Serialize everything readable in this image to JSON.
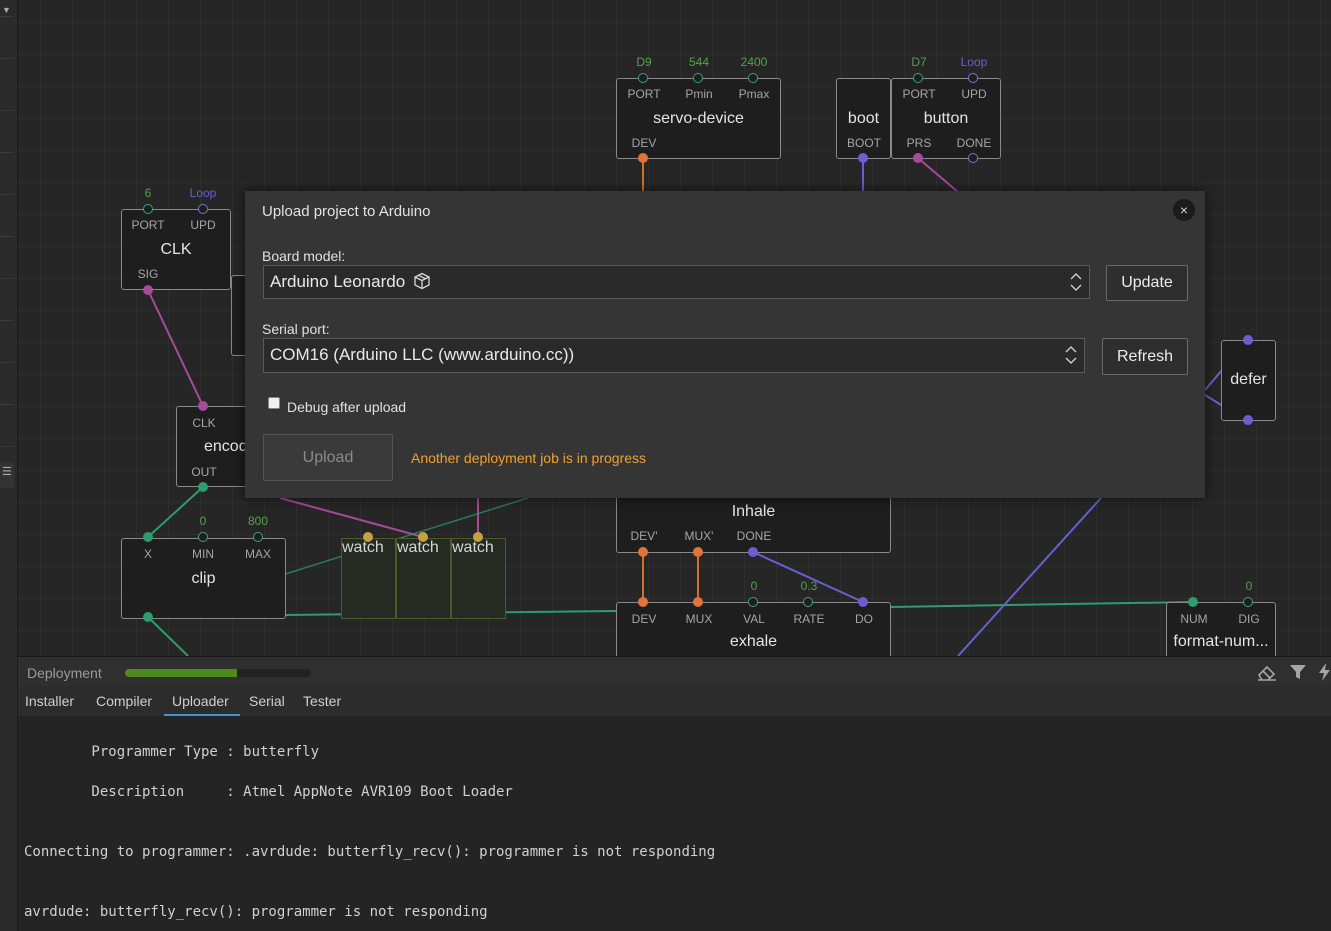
{
  "canvas": {
    "nodes": {
      "servo": {
        "title": "servo-device",
        "pins_top": [
          "PORT",
          "Pmin",
          "Pmax"
        ],
        "values": [
          "D9",
          "544",
          "2400"
        ],
        "pins_bottom": [
          "DEV"
        ]
      },
      "boot": {
        "title": "boot",
        "pins_bottom": [
          "BOOT"
        ]
      },
      "button": {
        "title": "button",
        "pins_top": [
          "PORT",
          "UPD"
        ],
        "values": [
          "D7",
          "Loop"
        ],
        "pins_bottom": [
          "PRS",
          "DONE"
        ]
      },
      "clk": {
        "title": "CLK",
        "pins_top": [
          "PORT",
          "UPD"
        ],
        "values": [
          "6",
          "Loop"
        ],
        "pins_bottom": [
          "SIG"
        ]
      },
      "encoder": {
        "title": "encod",
        "pins_top": [
          "CLK"
        ],
        "pins_bottom": [
          "OUT"
        ]
      },
      "clip": {
        "title": "clip",
        "pins_top": [
          "X",
          "MIN",
          "MAX"
        ],
        "values": [
          "",
          "0",
          "800"
        ]
      },
      "watch": {
        "title": "watch"
      },
      "inhale": {
        "title": "Inhale",
        "pins_bottom": [
          "DEV'",
          "MUX'",
          "DONE"
        ]
      },
      "exhale": {
        "title": "exhale",
        "pins_top": [
          "DEV",
          "MUX",
          "VAL",
          "RATE",
          "DO"
        ],
        "values": [
          "",
          "",
          "0",
          "0.3",
          ""
        ]
      },
      "defer": {
        "title": "defer"
      },
      "format": {
        "title": "format-num...",
        "pins_top": [
          "NUM",
          "DIG"
        ],
        "values": [
          "",
          "0"
        ]
      }
    }
  },
  "dialog": {
    "title": "Upload project to Arduino",
    "close_label": "×",
    "board_label": "Board model:",
    "board_value": "Arduino Leonardo",
    "update_label": "Update",
    "port_label": "Serial port:",
    "port_value": "COM16 (Arduino LLC (www.arduino.cc))",
    "refresh_label": "Refresh",
    "debug_label": "Debug after upload",
    "debug_checked": false,
    "upload_label": "Upload",
    "status_message": "Another deployment job is in progress"
  },
  "deployment": {
    "label": "Deployment",
    "progress": 0.6,
    "tabs": [
      "Installer",
      "Compiler",
      "Uploader",
      "Serial",
      "Tester"
    ],
    "active_tab": "Uploader"
  },
  "console": {
    "lines": [
      "        Programmer Type : butterfly",
      "        Description     : Atmel AppNote AVR109 Boot Loader",
      "Connecting to programmer: .avrdude: butterfly_recv(): programmer is not responding",
      "avrdude: butterfly_recv(): programmer is not responding"
    ]
  },
  "colors": {
    "accent": "#3f8fd9",
    "warning": "#f0a030",
    "progress": "#4f8a1c"
  },
  "icons": [
    "eraser-icon",
    "filter-icon",
    "flash-icon",
    "cube-icon",
    "close-icon",
    "chevron-updown-icon"
  ]
}
